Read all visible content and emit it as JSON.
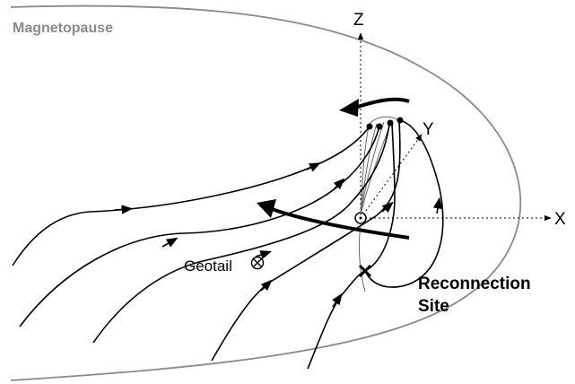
{
  "labels": {
    "magnetopause": "Magnetopause",
    "axis_z": "Z",
    "axis_y": "Y",
    "axis_x": "X",
    "geotail": "Geotail",
    "reconnection_line1": "Reconnection",
    "reconnection_line2": "Site"
  },
  "colors": {
    "magnetopause": "#8a8a8a",
    "field_lines": "#000000",
    "background": "#ffffff"
  }
}
